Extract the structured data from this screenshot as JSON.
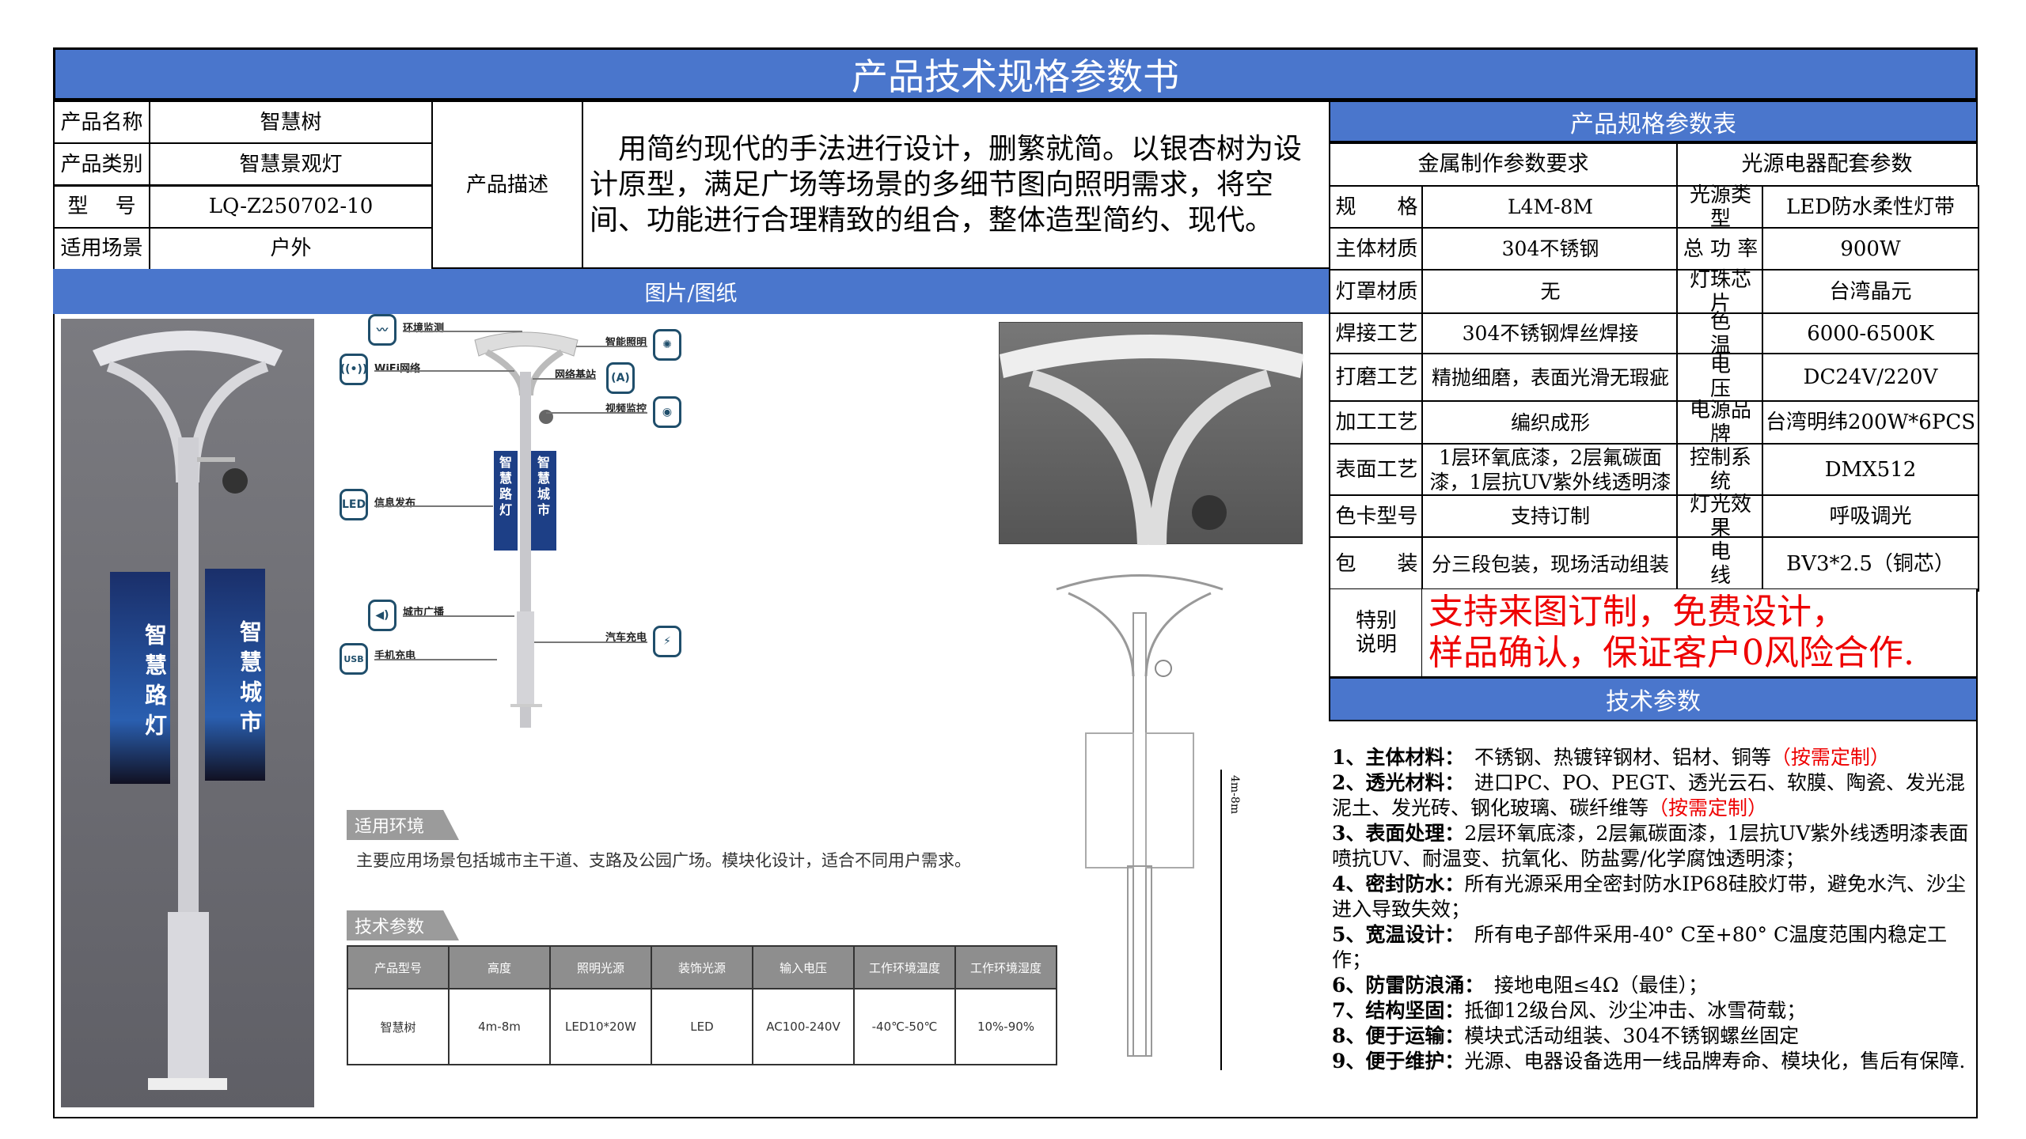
{
  "title": "产品技术规格参数书",
  "info": {
    "rows": [
      {
        "label": "产品名称",
        "value": "智慧树"
      },
      {
        "label": "产品类别",
        "value": "智慧景观灯"
      },
      {
        "label": "型　 号",
        "value": "LQ-Z250702-10"
      },
      {
        "label": "适用场景",
        "value": "户外"
      }
    ],
    "desc_label": "产品描述",
    "desc_text": "　用简约现代的手法进行设计，删繁就简。以银杏树为设计原型，满足广场等场景的多细节图向照明需求，将空间、功能进行合理精致的组合，整体造型简约、现代。"
  },
  "pictures": {
    "header": "图片/图纸",
    "banner_left": "智慧路灯",
    "banner_right": "智慧城市",
    "diagram_labels": {
      "env": "环境监测",
      "wifi": "WiFi网络",
      "led": "信息发布",
      "broadcast": "城市广播",
      "usb": "手机充电",
      "lighting": "智能照明",
      "station": "网络基站",
      "video": "视频监控",
      "ev": "汽车充电"
    },
    "icon_texts": {
      "led": "LED",
      "usb": "USB"
    },
    "env_tab": "适用环境",
    "env_text": "主要应用场景包括城市主干道、支路及公园广场。模块化设计，适合不同用户需求。",
    "tech_tab": "技术参数",
    "tech_table": {
      "headers": [
        "产品型号",
        "高度",
        "照明光源",
        "装饰光源",
        "输入电压",
        "工作环境温度",
        "工作环境湿度"
      ],
      "row": [
        "智慧树",
        "4m-8m",
        "LED10*20W",
        "LED",
        "AC100-240V",
        "-40℃-50℃",
        "10%-90%"
      ]
    },
    "dimension": "4m-8m"
  },
  "spec": {
    "header": "产品规格参数表",
    "col_left": "金属制作参数要求",
    "col_right": "光源电器配套参数",
    "rows": [
      [
        "规　　格",
        "L4M-8M",
        "光源类型",
        "LED防水柔性灯带"
      ],
      [
        "主体材质",
        "304不锈钢",
        "总 功 率",
        "900W"
      ],
      [
        "灯罩材质",
        "无",
        "灯珠芯片",
        "台湾晶元"
      ],
      [
        "焊接工艺",
        "304不锈钢焊丝焊接",
        "色　　温",
        "6000-6500K"
      ],
      [
        "打磨工艺",
        "精抛细磨，表面光滑无瑕疵",
        "电　　压",
        "DC24V/220V"
      ],
      [
        "加工工艺",
        "编织成形",
        "电源品牌",
        "台湾明纬200W*6PCS"
      ],
      [
        "表面工艺",
        "1层环氧底漆，2层氟碳面漆，1层抗UV紫外线透明漆",
        "控制系统",
        "DMX512"
      ],
      [
        "色卡型号",
        "支持订制",
        "灯光效果",
        "呼吸调光"
      ],
      [
        "包　　装",
        "分三段包装，现场活动组装",
        "电　　线",
        "BV3*2.5（铜芯）"
      ]
    ],
    "special_label": "特别说明",
    "special_lines": [
      "支持来图订制，免费设计，",
      "样品确认，保证客户0风险合作."
    ]
  },
  "tech": {
    "header": "技术参数",
    "items": [
      {
        "k": "1、主体材料：",
        "v": "　不锈钢、热镀锌钢材、铝材、铜等",
        "r": "（按需定制）"
      },
      {
        "k": "2、透光材料：",
        "v": "　进口PC、PO、PEGT、透光云石、软膜、陶瓷、发光混泥土、发光砖、钢化玻璃、碳纤维等",
        "r": "（按需定制）"
      },
      {
        "k": "3、表面处理：",
        "v": "2层环氧底漆，2层氟碳面漆，1层抗UV紫外线透明漆表面喷抗UV、耐温变、抗氧化、防盐雾/化学腐蚀透明漆；"
      },
      {
        "k": "4、密封防水：",
        "v": "所有光源采用全密封防水IP68硅胶灯带，避免水汽、沙尘进入导致失效；"
      },
      {
        "k": "5、宽温设计：",
        "v": "　所有电子部件采用-40° C至+80° C温度范围内稳定工作；"
      },
      {
        "k": "6、防雷防浪涌：",
        "v": "　接地电阻≤4Ω（最佳）；"
      },
      {
        "k": "7、结构坚固：",
        "v": "抵御12级台风、沙尘冲击、冰雪荷载；"
      },
      {
        "k": "8、便于运输：",
        "v": "模块式活动组装、304不锈钢螺丝固定"
      },
      {
        "k": "9、便于维护：",
        "v": "光源、电器设备选用一线品牌寿命、模块化，售后有保障."
      }
    ]
  },
  "colors": {
    "header_blue": "#4a76cc",
    "accent_red": "#e00000",
    "tab_gray": "#9b9b9b"
  }
}
